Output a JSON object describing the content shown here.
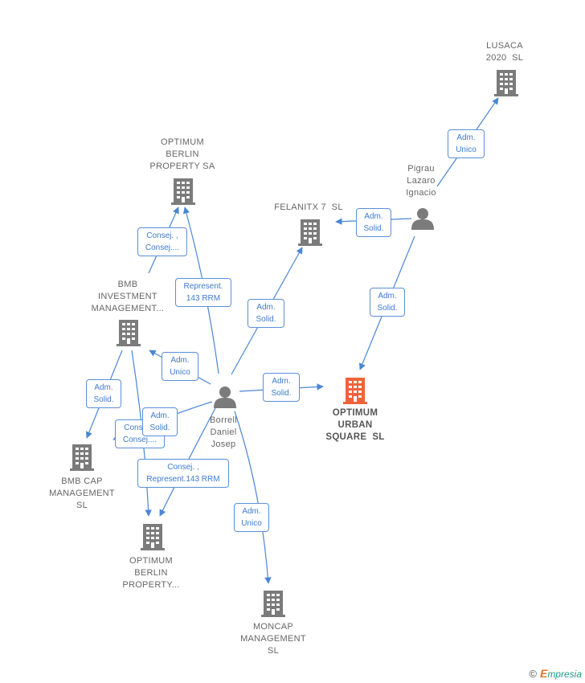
{
  "colors": {
    "edge": "#4a86d6",
    "building": "#7b7b7b",
    "building_highlight": "#f0633a",
    "person": "#7b7b7b"
  },
  "nodes": {
    "lusaca": {
      "label": [
        "LUSACA",
        "2020  SL"
      ],
      "icon": "building-icon"
    },
    "optimum_berlin_sa": {
      "label": [
        "OPTIMUM",
        "BERLIN",
        "PROPERTY SA"
      ],
      "icon": "building-icon"
    },
    "pigrau": {
      "label": [
        "Pigrau",
        "Lazaro",
        "Ignacio"
      ],
      "icon": "person-icon"
    },
    "felanitx": {
      "label": [
        "FELANITX 7  SL"
      ],
      "icon": "building-icon"
    },
    "bmb_investment": {
      "label": [
        "BMB",
        "INVESTMENT",
        "MANAGEMENT..."
      ],
      "icon": "building-icon"
    },
    "optimum_urban": {
      "label": [
        "OPTIMUM",
        "URBAN",
        "SQUARE  SL"
      ],
      "icon": "building-icon"
    },
    "borrell": {
      "label": [
        "Borrell",
        "Daniel",
        "Josep"
      ],
      "icon": "person-icon"
    },
    "bmb_cap": {
      "label": [
        "BMB CAP",
        "MANAGEMENT",
        "SL"
      ],
      "icon": "building-icon"
    },
    "optimum_berlin_prop": {
      "label": [
        "OPTIMUM",
        "BERLIN",
        "PROPERTY..."
      ],
      "icon": "building-icon"
    },
    "moncap": {
      "label": [
        "MONCAP",
        "MANAGEMENT",
        "SL"
      ],
      "icon": "building-icon"
    }
  },
  "edge_labels": {
    "pigrau_lusaca": [
      "Adm.",
      "Unico"
    ],
    "pigrau_felanitx": [
      "Adm.",
      "Solid."
    ],
    "pigrau_urban": [
      "Adm.",
      "Solid."
    ],
    "bmbinv_berlinsa": [
      "Consej. ,",
      "Consej...."
    ],
    "borrell_berlinsa": [
      "Represent.",
      "143 RRM"
    ],
    "borrell_felanitx": [
      "Adm.",
      "Solid."
    ],
    "borrell_bmbinv": [
      "Adm.",
      "Unico"
    ],
    "borrell_urban": [
      "Adm.",
      "Solid."
    ],
    "bmbinv_bmbcap": [
      "Adm.",
      "Solid."
    ],
    "borrell_bmbcap_consej": [
      "Consej. ,",
      "Consej...."
    ],
    "borrell_bmbcap_adm": [
      "Adm.",
      "Solid."
    ],
    "borrell_berlinprop": [
      "Consej. ,",
      "Represent.143 RRM"
    ],
    "borrell_moncap": [
      "Adm.",
      "Unico"
    ]
  },
  "brand": {
    "copyright": "©",
    "initial": "E",
    "name": "mpresia"
  }
}
